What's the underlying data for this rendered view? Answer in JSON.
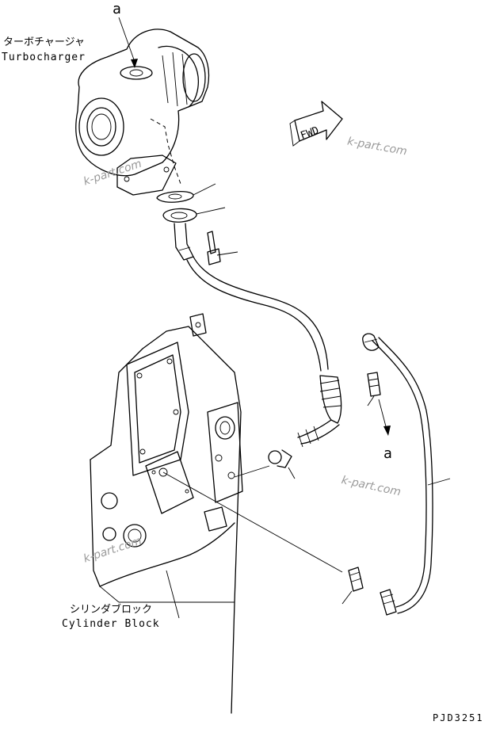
{
  "labels": {
    "ref_a_top": "a",
    "ref_a_bottom": "a",
    "turbocharger_jp": "ターボチャージャ",
    "turbocharger_en": "Turbocharger",
    "cylinder_block_jp": "シリンダブロック",
    "cylinder_block_en": "Cylinder Block",
    "fwd_arrow": "FWD",
    "drawing_number": "PJD3251"
  },
  "watermarks": [
    "k-part.com",
    "k-part.com",
    "k-part.com",
    "k-part.com"
  ]
}
